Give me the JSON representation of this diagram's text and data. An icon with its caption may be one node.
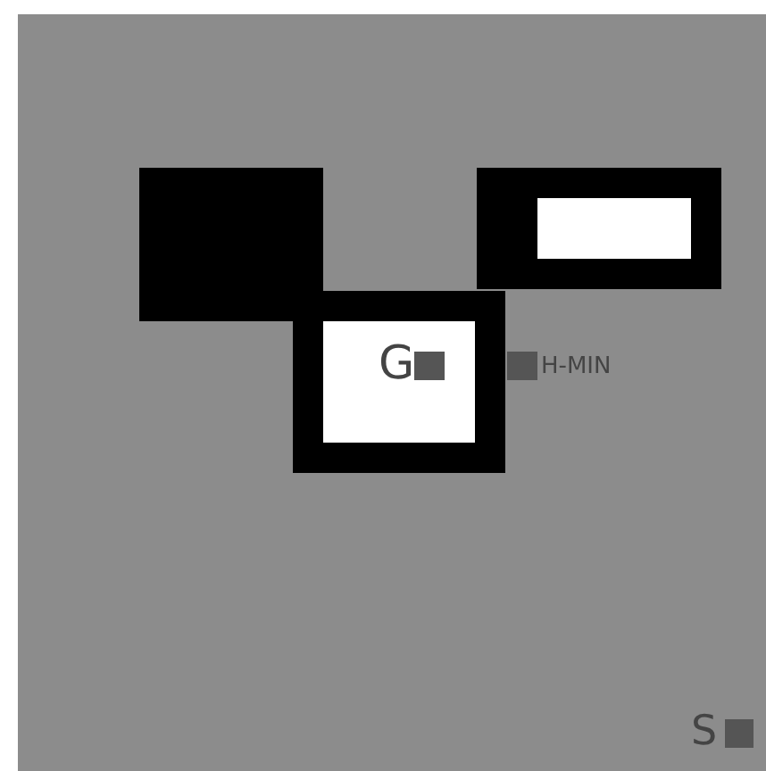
{
  "diagram": {
    "labels": [
      "G",
      "H-MIN",
      "S"
    ]
  }
}
